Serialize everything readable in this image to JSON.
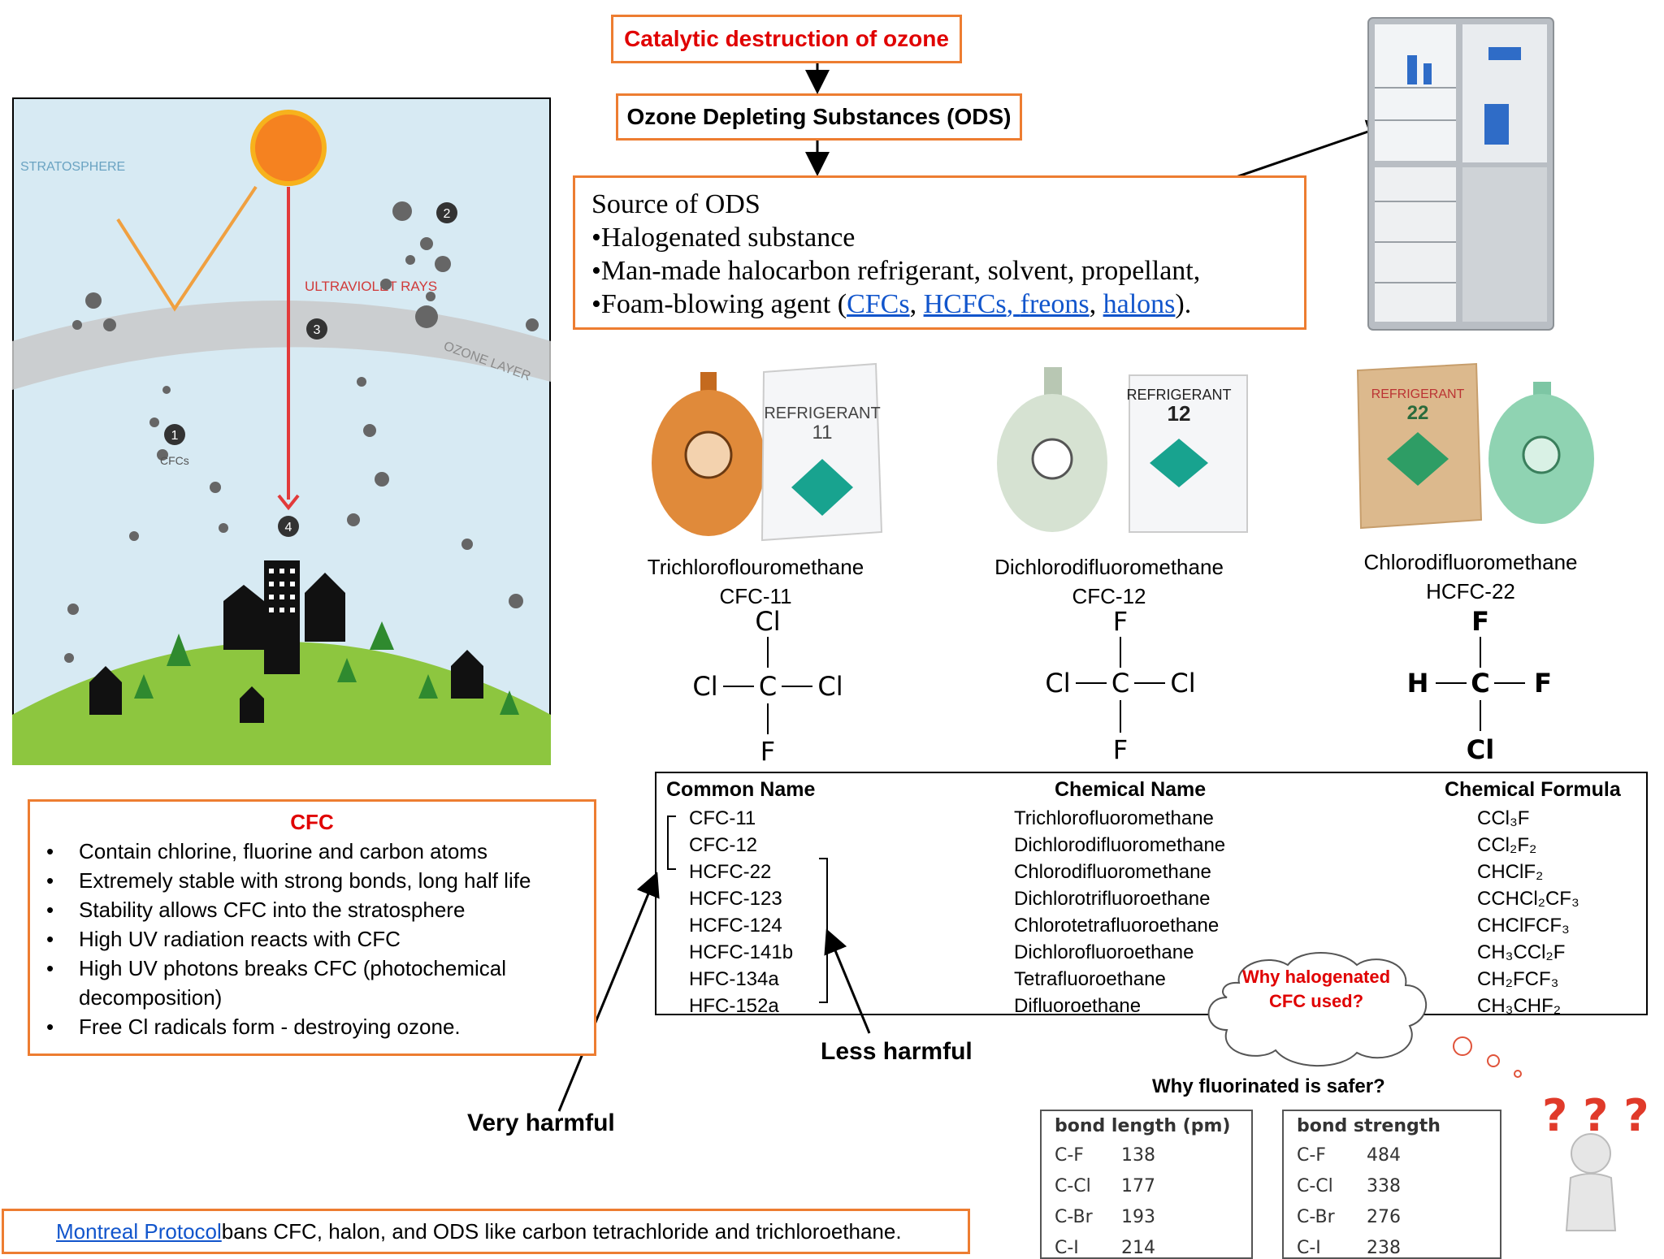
{
  "flow": {
    "top": "Catalytic destruction of ozone",
    "second": "Ozone Depleting Substances (ODS)"
  },
  "ods": {
    "title": "Source of ODS",
    "line1": "•Halogenated substance",
    "line2": "•Man-made halocarbon refrigerant, solvent, propellant,",
    "line3_prefix": "•Foam-blowing agent (",
    "link_cfcs": "CFCs",
    "link_hcfcs": "HCFCs",
    "link_freons": "freons",
    "link_halons": "halons",
    "line3_suffix": ").",
    "sep_comma": ",",
    "sep_comma2": ","
  },
  "illustration": {
    "stratosphere": "STRATOSPHERE",
    "uv_rays": "ULTRAVIOLET RAYS",
    "ozone_layer": "OZONE LAYER",
    "cfcs": "CFCs",
    "step1": "1",
    "step2": "2",
    "step3": "3",
    "step4": "4"
  },
  "refrigerants": [
    {
      "name": "Trichloroflouromethane",
      "code": "CFC-11",
      "label_main": "REFRIGERANT",
      "label_num": "11",
      "top": "Cl",
      "left": "Cl",
      "center": "C",
      "right": "Cl",
      "bottom": "F"
    },
    {
      "name": "Dichlorodifluoromethane",
      "code": "CFC-12",
      "label_main": "REFRIGERANT",
      "label_num": "12",
      "top": "F",
      "left": "Cl",
      "center": "C",
      "right": "Cl",
      "bottom": "F"
    },
    {
      "name": "Chlorodifluoromethane",
      "code": "HCFC-22",
      "label_main": "REFRIGERANT",
      "label_num": "22",
      "top": "F",
      "left": "H",
      "center": "C",
      "right": "F",
      "bottom": "Cl"
    }
  ],
  "cfc_box": {
    "title": "CFC",
    "bullets": [
      "Contain chlorine, fluorine and carbon atoms",
      "Extremely stable with strong bonds, long half life",
      "Stability allows CFC  into the stratosphere",
      "High UV radiation reacts with CFC",
      "High UV photons breaks CFC (photochemical decomposition)",
      " Free Cl radicals form - destroying ozone."
    ]
  },
  "table": {
    "headers": [
      "Common Name",
      "Chemical Name",
      "Chemical Formula"
    ],
    "rows": [
      [
        "CFC-11",
        "Trichlorofluoromethane",
        "CCl₃F"
      ],
      [
        "CFC-12",
        "Dichlorodifluoromethane",
        "CCl₂F₂"
      ],
      [
        "HCFC-22",
        "Chlorodifluoromethane",
        "CHClF₂"
      ],
      [
        "HCFC-123",
        "Dichlorotrifluoroethane",
        "CCHCl₂CF₃"
      ],
      [
        "HCFC-124",
        "Chlorotetrafluoroethane",
        "CHClFCF₃"
      ],
      [
        "HCFC-141b",
        "Dichlorofluoroethane",
        "CH₃CCl₂F"
      ],
      [
        "HFC-134a",
        "Tetrafluoroethane",
        "CH₂FCF₃"
      ],
      [
        "HFC-152a",
        "Difluoroethane",
        "CH₃CHF₂"
      ]
    ]
  },
  "labels": {
    "less_harmful": "Less harmful",
    "very_harmful": "Very harmful",
    "cloud": "Why halogenated CFC used?",
    "why_fluorinated": "Why fluorinated is safer?",
    "marks": "? ? ?"
  },
  "bond_length": {
    "header": "bond length (pm)",
    "rows": [
      [
        "C-F",
        "138"
      ],
      [
        "C-Cl",
        "177"
      ],
      [
        "C-Br",
        "193"
      ],
      [
        "C-I",
        "214"
      ]
    ]
  },
  "bond_strength": {
    "header": "bond  strength",
    "rows": [
      [
        "C-F",
        "484"
      ],
      [
        "C-Cl",
        "338"
      ],
      [
        "C-Br",
        "276"
      ],
      [
        "C-I",
        "238"
      ]
    ]
  },
  "montreal": {
    "link": "Montreal Protocol ",
    "text": "bans CFC, halon, and ODS like carbon tetrachloride and trichloroethane."
  },
  "colors": {
    "accent_orange": "#ed7d31",
    "title_red": "#e00000",
    "link_blue": "#1155cc",
    "sky": "#d7eaf3",
    "sun": "#f58220",
    "grass": "#8dc63f"
  }
}
